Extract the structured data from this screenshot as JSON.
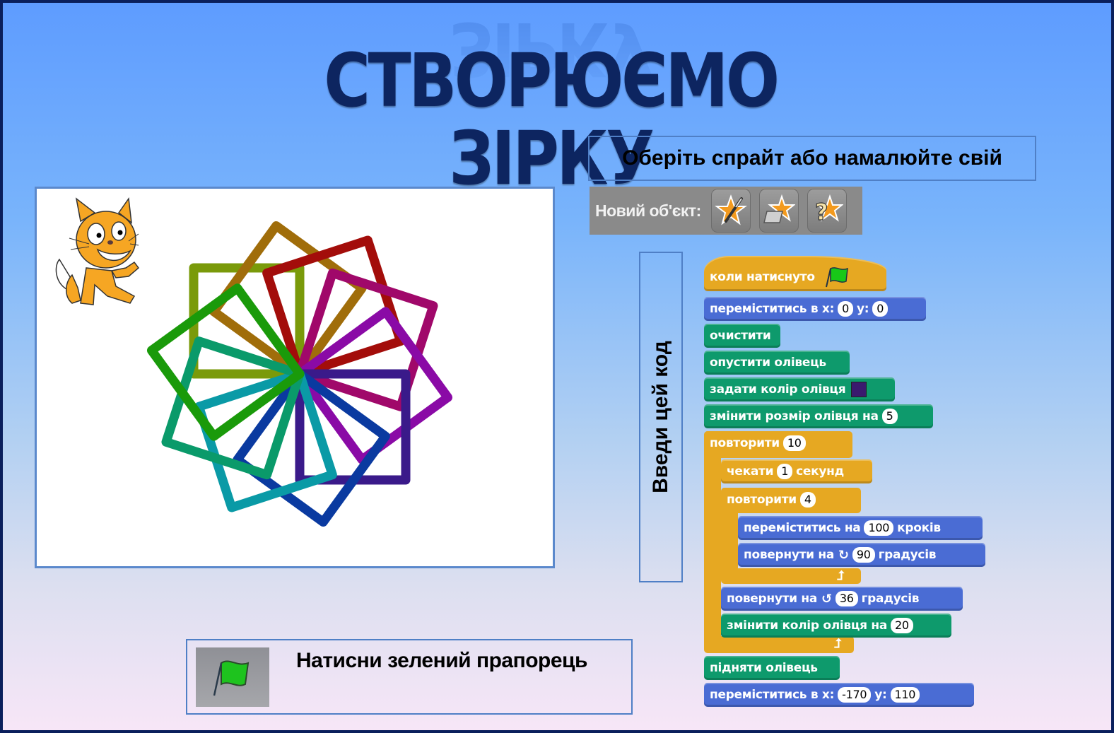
{
  "slide": {
    "title": "СТВОРЮЄМО ЗІРКУ",
    "choose_sprite_label": "Оберіть спрайт або намалюйте свій",
    "code_label": "Введи цей код",
    "green_flag_instruction": "Натисни зелений прапорець",
    "colors": {
      "title": "#0d2560",
      "border": "#0a1f5c",
      "box_border": "#4f7fc6",
      "motion_block": "#4a6cd4",
      "pen_block": "#0e9a6c",
      "control_block": "#e6a822"
    }
  },
  "new_object_bar": {
    "label": "Новий об'єкт:",
    "buttons": [
      {
        "icon": "paint-star-icon"
      },
      {
        "icon": "folder-star-icon"
      },
      {
        "icon": "random-star-icon"
      }
    ]
  },
  "stage": {
    "sprite": "scratch-cat",
    "squares": [
      {
        "color": "#7a9a0a",
        "angle": 0
      },
      {
        "color": "#a06d0a",
        "angle": 36
      },
      {
        "color": "#a30d0a",
        "angle": 72
      },
      {
        "color": "#a0086a",
        "angle": 108
      },
      {
        "color": "#8a0aa6",
        "angle": 144
      },
      {
        "color": "#3a1a8a",
        "angle": 180
      },
      {
        "color": "#0a3aa0",
        "angle": 216
      },
      {
        "color": "#0a9aa6",
        "angle": 252
      },
      {
        "color": "#0a9a6a",
        "angle": 288
      },
      {
        "color": "#1a9a0a",
        "angle": 324
      }
    ]
  },
  "script": {
    "hat": {
      "label": "коли натиснуто"
    },
    "goto1": {
      "label": "переміститись в x:",
      "x": "0",
      "y_label": "y:",
      "y": "0"
    },
    "clear": {
      "label": "очистити"
    },
    "pen_down": {
      "label": "опустити олівець"
    },
    "set_color": {
      "label": "задати колір олівця",
      "swatch": "#3a1a6e"
    },
    "change_size": {
      "label": "змінити розмір олівця на",
      "value": "5"
    },
    "repeat_outer": {
      "label": "повторити",
      "value": "10"
    },
    "wait": {
      "label": "чекати",
      "value": "1",
      "suffix": "секунд"
    },
    "repeat_inner": {
      "label": "повторити",
      "value": "4"
    },
    "move": {
      "label": "переміститись на",
      "value": "100",
      "suffix": "кроків"
    },
    "turn_right": {
      "label": "повернути на",
      "value": "90",
      "suffix": "градусів"
    },
    "turn_left": {
      "label": "повернути на",
      "value": "36",
      "suffix": "градусів"
    },
    "change_color": {
      "label": "змінити колір олівця на",
      "value": "20"
    },
    "pen_up": {
      "label": "підняти олівець"
    },
    "goto2": {
      "label": "переміститись в x:",
      "x": "-170",
      "y_label": "y:",
      "y": "110"
    }
  }
}
